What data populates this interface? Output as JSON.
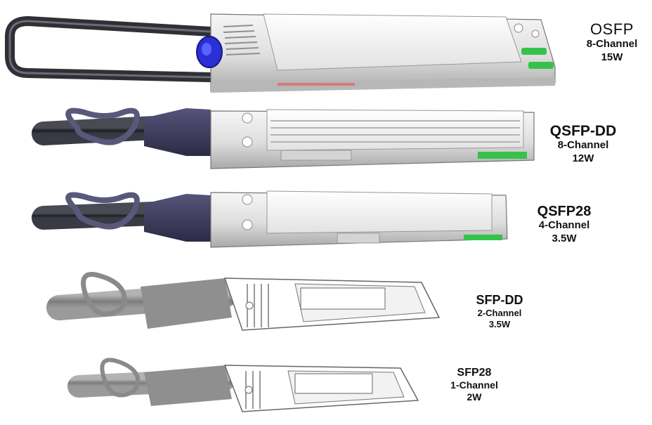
{
  "modules": [
    {
      "name": "OSFP",
      "channels": "8-Channel",
      "power": "15W",
      "icon": "osfp-module-icon"
    },
    {
      "name": "QSFP-DD",
      "channels": "8-Channel",
      "power": "12W",
      "icon": "qsfp-dd-cable-module-icon"
    },
    {
      "name": "QSFP28",
      "channels": "4-Channel",
      "power": "3.5W",
      "icon": "qsfp28-cable-module-icon"
    },
    {
      "name": "SFP-DD",
      "channels": "2-Channel",
      "power": "3.5W",
      "icon": "sfp-dd-cable-module-icon"
    },
    {
      "name": "SFP28",
      "channels": "1-Channel",
      "power": "2W",
      "icon": "sfp28-cable-module-icon"
    }
  ],
  "colors": {
    "metal_light": "#e9e9e9",
    "metal_mid": "#c9c9c9",
    "metal_dark": "#9a9a9a",
    "cable_dark": "#2a2a33",
    "boot_purple": "#3e3d5c",
    "pull_tab_blue": "#2b2fd6",
    "contact_green": "#36c24a",
    "outline": "#555555"
  }
}
